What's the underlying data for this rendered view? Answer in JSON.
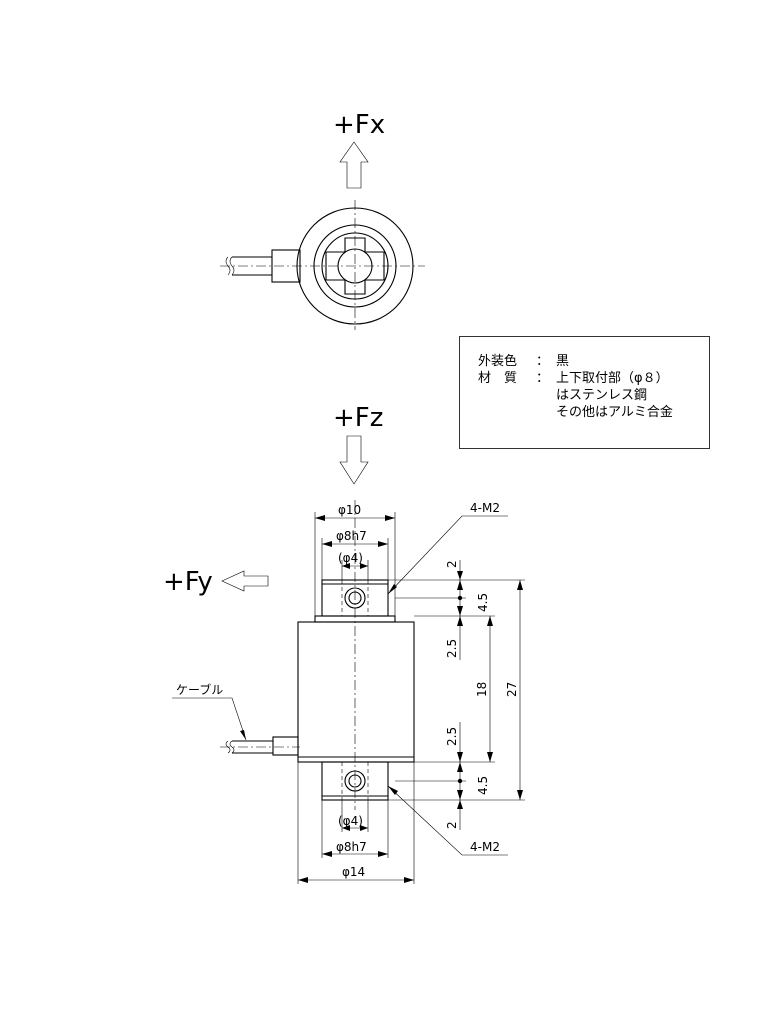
{
  "forces": {
    "fx": "+Fx",
    "fz": "+Fz",
    "fy": "+Fy"
  },
  "notes": {
    "color_label": "外装色",
    "color_sep": "：",
    "color_value": "黒",
    "material_label": "材　質",
    "material_sep": "：",
    "material_line1": "上下取付部（φ８）",
    "material_line2": "はステンレス鋼",
    "material_line3": "その他はアルミ合金"
  },
  "dimensions": {
    "top_outer_dia": "φ10",
    "top_fit_dia": "φ8h7",
    "top_inner_dia": "(φ4)",
    "bottom_inner_dia": "(φ4)",
    "bottom_fit_dia": "φ8h7",
    "body_dia": "φ14",
    "thread_top": "4-M2",
    "thread_bottom": "4-M2",
    "cable": "ケーブル",
    "v_top_gap": "2",
    "v_top_hole": "4.5",
    "v_top_step": "2.5",
    "v_body": "18",
    "v_total": "27",
    "v_bottom_step": "2.5",
    "v_bottom_hole": "4.5",
    "v_bottom_gap": "2"
  }
}
